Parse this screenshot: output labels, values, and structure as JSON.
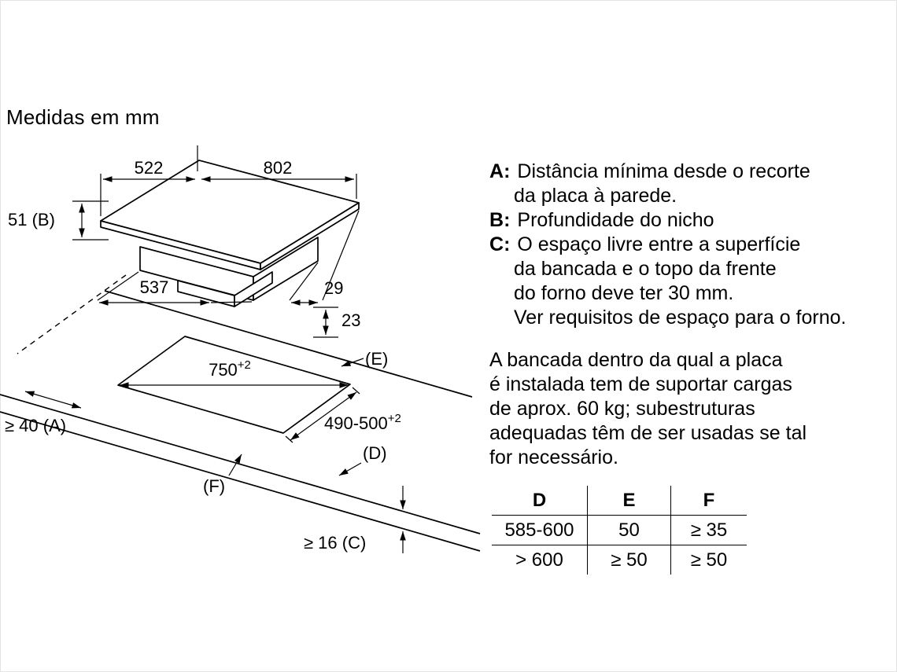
{
  "title": "Medidas em mm",
  "diagram": {
    "dim_522": "522",
    "dim_802": "802",
    "dim_51b": "51 (B)",
    "dim_537": "537",
    "dim_29": "29",
    "dim_23": "23",
    "cutout_width": "750",
    "cutout_width_tol": "+2",
    "cutout_depth": "490-500",
    "cutout_depth_tol": "+2",
    "label_e": "(E)",
    "label_d": "(D)",
    "label_f": "(F)",
    "label_a": "≥ 40 (A)",
    "label_c": "≥ 16 (C)"
  },
  "legend": {
    "sep": ":",
    "items": [
      {
        "term": "A",
        "lines": [
          "Distância mínima desde o recorte",
          "da placa à parede."
        ]
      },
      {
        "term": "B",
        "lines": [
          "Profundidade do nicho"
        ]
      },
      {
        "term": "C",
        "lines": [
          "O espaço livre entre a superfície",
          "da bancada e o topo da frente",
          "do forno deve ter 30 mm.",
          "Ver requisitos de espaço para o forno."
        ]
      }
    ]
  },
  "note": {
    "lines": [
      "A bancada dentro da qual a placa",
      "é instalada tem de suportar cargas",
      "de aprox. 60 kg; subestruturas",
      "adequadas têm de ser usadas se tal",
      "for necessário."
    ]
  },
  "table": {
    "headers": [
      "D",
      "E",
      "F"
    ],
    "rows": [
      [
        "585-600",
        "50",
        "≥ 35"
      ],
      [
        "> 600",
        "≥ 50",
        "≥ 50"
      ]
    ]
  }
}
